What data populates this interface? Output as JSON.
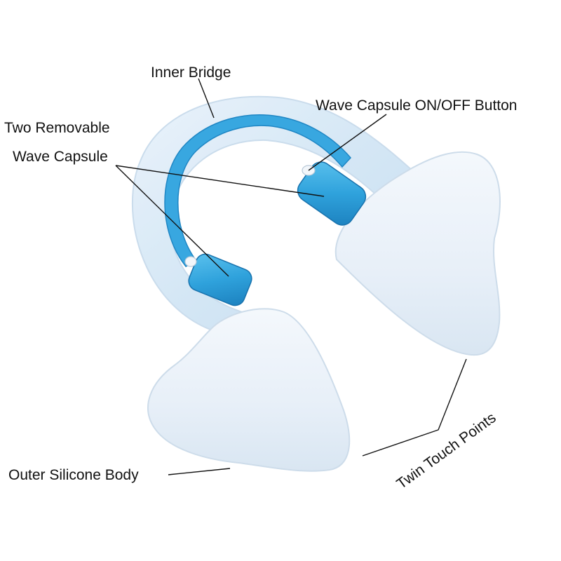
{
  "labels": {
    "inner_bridge": "Inner Bridge",
    "on_off_button": "Wave Capsule ON/OFF Button",
    "two_removable": "Two Removable",
    "wave_capsule": "Wave Capsule",
    "outer_body": "Outer Silicone Body",
    "twin_touch": "Twin Touch Points"
  },
  "colors": {
    "background": "#ffffff",
    "capsule_blue": "#2fa2dc",
    "silicone": "#e3eef8",
    "leader_line": "#111111",
    "text": "#111111"
  }
}
